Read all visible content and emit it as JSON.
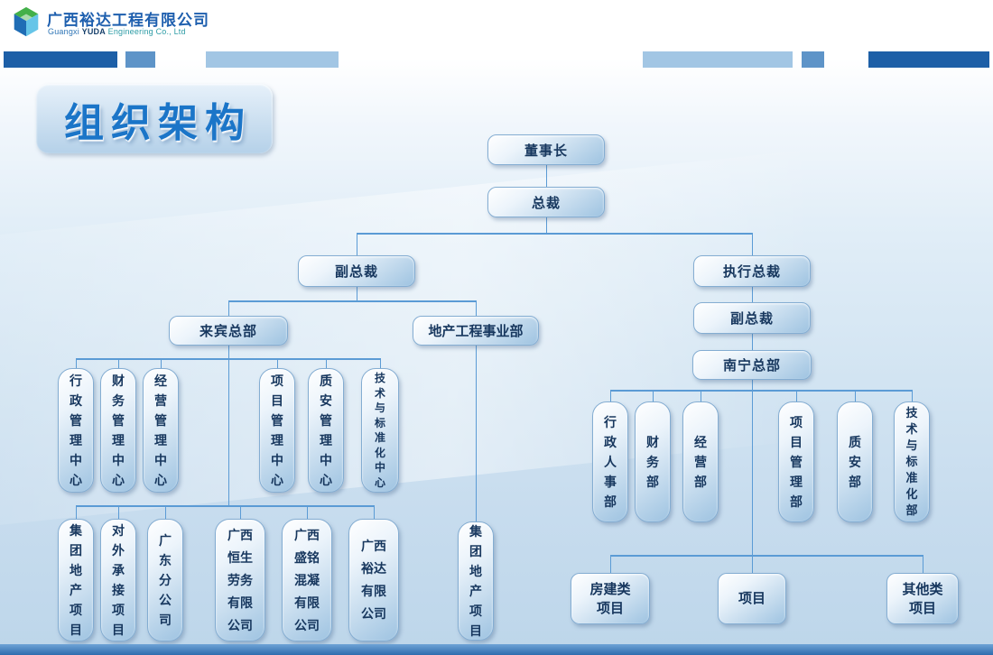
{
  "header": {
    "company_cn": "广西裕达工程有限公司",
    "company_en_prefix": "Guangxi",
    "company_en_brand": "YUDA",
    "company_en_suffix": "Engineering Co., Ltd"
  },
  "title": "组织架构",
  "org": {
    "chairman": "董事长",
    "president": "总裁",
    "left_branch": {
      "vice_president": "副总裁",
      "laibin_hq": "来宾总部",
      "real_estate_division": "地产工程事业部",
      "laibin_centers": [
        "行政管理中心",
        "财务管理中心",
        "经营管理中心",
        "项目管理中心",
        "质安管理中心",
        "技术与标准化中心"
      ],
      "laibin_units": [
        "集团地产项目",
        "对外承接项目",
        "广东分公司",
        "广西恒生劳务有限公司",
        "广西盛铭混凝有限公司",
        "广西裕达有限公司"
      ],
      "real_estate_unit": "集团地产项目"
    },
    "right_branch": {
      "executive_president": "执行总裁",
      "vice_president": "副总裁",
      "nanning_hq": "南宁总部",
      "departments": [
        "行政人事部",
        "财务部",
        "经营部",
        "项目管理部",
        "质安部",
        "技术与标准化部"
      ],
      "project_types": [
        "房建类项目",
        "项目",
        "其他类项目"
      ]
    }
  },
  "colors": {
    "brand_blue": "#1b75c8",
    "bar_dark_blue": "#1d5fa7",
    "bar_medium_blue": "#5e94c8",
    "bar_light_blue": "#a2c6e4",
    "node_text": "#17375e",
    "connector": "#5b9bd5"
  }
}
